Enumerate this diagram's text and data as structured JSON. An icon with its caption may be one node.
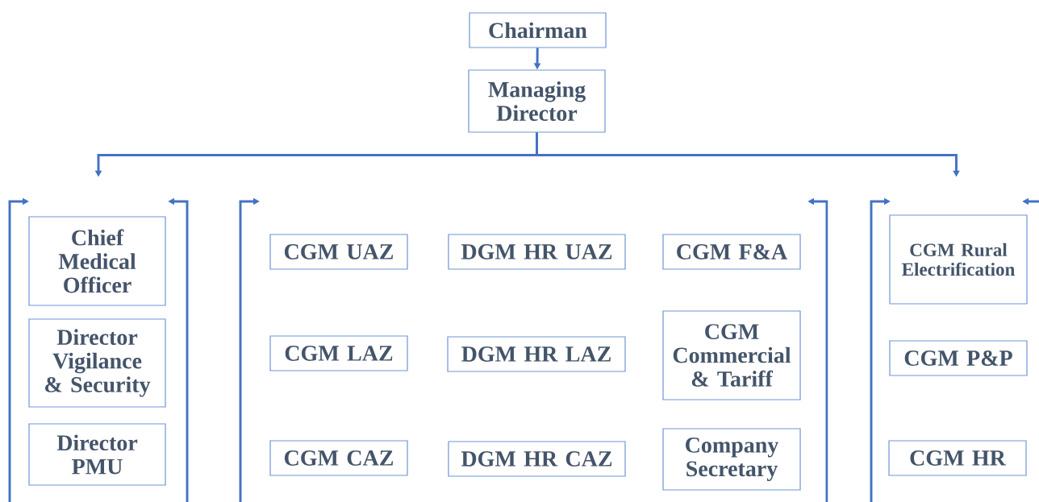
{
  "diagram": {
    "nodes": [
      {
        "text": [
          "Chairman"
        ]
      },
      {
        "text": [
          "Managing Director"
        ]
      },
      {
        "text": [],
        "shape": "bracket"
      },
      {
        "text": [
          "Chief Medical Officer"
        ],
        "in": 2
      },
      {
        "text": [
          "Director Vigilance & Security"
        ],
        "in": 2
      },
      {
        "text": [
          "Director PMU"
        ],
        "in": 2
      },
      {
        "text": [],
        "shape": "bracket"
      },
      {
        "text": [
          "CGM UAZ"
        ],
        "in": 6
      },
      {
        "text": [
          "DGM HR UAZ"
        ],
        "in": 6
      },
      {
        "text": [
          "CGM F&A"
        ],
        "in": 6
      },
      {
        "text": [
          "CGM LAZ"
        ],
        "in": 6
      },
      {
        "text": [
          "DGM HR LAZ"
        ],
        "in": 6
      },
      {
        "text": [
          "CGM Commercial & Tariff"
        ],
        "in": 6
      },
      {
        "text": [
          "CGM CAZ"
        ],
        "in": 6
      },
      {
        "text": [
          "DGM HR CAZ"
        ],
        "in": 6
      },
      {
        "text": [
          "Company Secretary"
        ],
        "in": 6
      },
      {
        "text": [],
        "shape": "bracket"
      },
      {
        "text": [
          "CGM Rural Electrification"
        ],
        "in": 16
      },
      {
        "text": [
          "CGM P&P"
        ],
        "in": 16
      },
      {
        "text": [
          "CGM HR"
        ],
        "in": 16
      }
    ],
    "edges": [
      {
        "from": 0,
        "to": 1,
        "arrow": "to"
      },
      {
        "from": 1,
        "to": 2,
        "arrow": "to"
      },
      {
        "from": 1,
        "to": 16,
        "arrow": "to"
      }
    ]
  }
}
